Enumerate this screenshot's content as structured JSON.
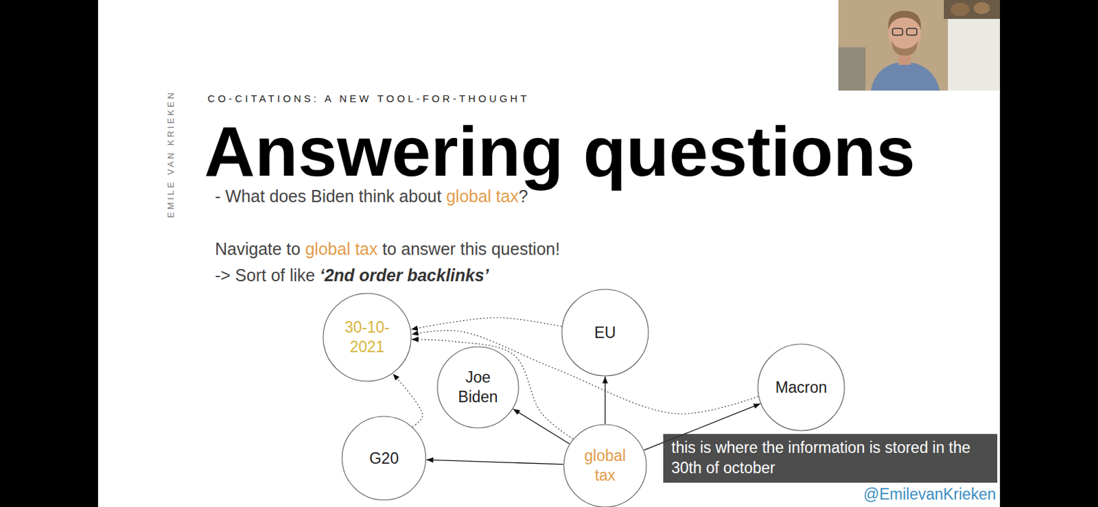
{
  "diagram": {
    "title": "Answering questions",
    "nodes": [
      {
        "text": [
          "30-10- 2021"
        ]
      },
      {
        "text": [
          "EU"
        ]
      },
      {
        "text": [
          "Joe Biden"
        ]
      },
      {
        "text": [
          "Macron"
        ]
      },
      {
        "text": [
          "G20"
        ]
      },
      {
        "text": [
          "global tax"
        ]
      }
    ],
    "edges": [
      {
        "from": 5,
        "to": 2,
        "arrow": "to"
      },
      {
        "from": 5,
        "to": 1,
        "arrow": "to"
      },
      {
        "from": 5,
        "to": 3,
        "arrow": "to"
      },
      {
        "from": 5,
        "to": 4,
        "arrow": "to"
      },
      {
        "from": 3,
        "to": 0,
        "arrow": "to"
      },
      {
        "from": 1,
        "to": 0,
        "arrow": "to"
      },
      {
        "from": 5,
        "to": 0,
        "arrow": "to"
      },
      {
        "from": 4,
        "to": 0,
        "arrow": "to"
      }
    ],
    "labels": [
      "EMILE VAN KRIEKEN",
      "CO-CITATIONS: A NEW TOOL-FOR-THOUGHT",
      "- What does Biden think about",
      "global tax",
      "?",
      "Navigate to",
      "global tax",
      "to answer this question!",
      "-> Sort of like",
      "‘2nd order backlinks’",
      "this is where the information is stored in the 30th of october",
      "@EmilevanKrieken"
    ]
  }
}
